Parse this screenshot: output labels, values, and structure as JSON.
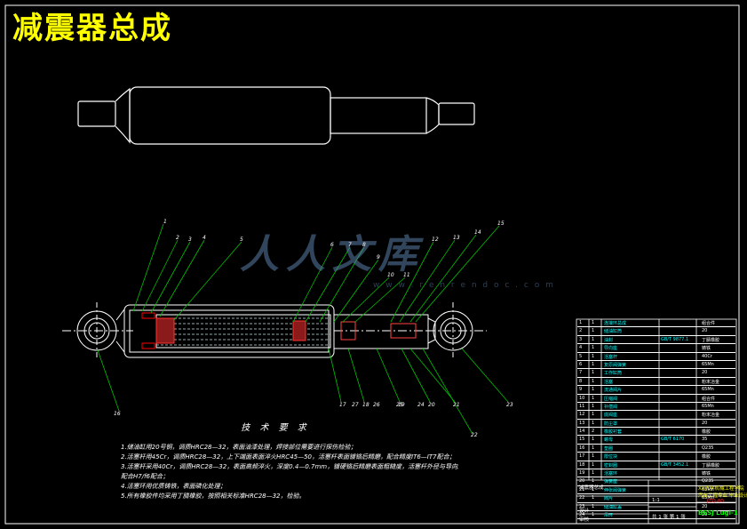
{
  "drawing": {
    "title": "减震器总成",
    "tech_requirements_title": "技 术 要 求",
    "tech_notes": [
      "1.储油缸用20号钢，调质HRC28—32，表面油漆处理，焊接部位需要进行探伤检验；",
      "2.活塞杆用45Cr，调质HRC28—32，上下端面表面淬火HRC45—50，活塞杆表面镀铬后精磨，配合精度IT6—IT7配合；",
      "3.活塞杆采用40Cr，调质HRC28—32，表面高频淬火，深度0.4—0.7mm，镀硬铬后精磨表面粗糙度，活塞杆外径与导向座",
      "配合H7/f6配合；",
      "4.活塞环用优质铸铁，表面磷化处理；",
      "5.所有橡胶件均采用丁腈橡胶，按照相关标准HRC28—32，检验。"
    ],
    "watermark": "人人文库",
    "watermark_sub": "w w w . r e n r e n d o c . c o m",
    "part_callouts": [
      "1",
      "2",
      "3",
      "4",
      "5",
      "6",
      "7",
      "8",
      "9",
      "10",
      "11",
      "12",
      "13",
      "14",
      "15",
      "16",
      "17",
      "18",
      "19",
      "20",
      "21",
      "22",
      "23",
      "24",
      "25",
      "26",
      "27"
    ],
    "bom_rows": [
      {
        "no": "1",
        "qty": "1",
        "name": "连接环总成",
        "code": "",
        "material": "组合件"
      },
      {
        "no": "2",
        "qty": "1",
        "name": "储油缸筒",
        "code": "",
        "material": "20"
      },
      {
        "no": "3",
        "qty": "1",
        "name": "油封",
        "code": "GB/T 9877.1",
        "material": "丁腈橡胶"
      },
      {
        "no": "4",
        "qty": "1",
        "name": "导向座",
        "code": "",
        "material": "铸铁"
      },
      {
        "no": "5",
        "qty": "1",
        "name": "活塞杆",
        "code": "",
        "material": "40Cr"
      },
      {
        "no": "6",
        "qty": "1",
        "name": "复原阀弹簧",
        "code": "",
        "material": "65Mn"
      },
      {
        "no": "7",
        "qty": "1",
        "name": "工作缸筒",
        "code": "",
        "material": "20"
      },
      {
        "no": "8",
        "qty": "1",
        "name": "活塞",
        "code": "",
        "material": "粉末冶金"
      },
      {
        "no": "9",
        "qty": "1",
        "name": "流通阀片",
        "code": "",
        "material": "65Mn"
      },
      {
        "no": "10",
        "qty": "1",
        "name": "压缩阀",
        "code": "",
        "material": "组合件"
      },
      {
        "no": "11",
        "qty": "1",
        "name": "补偿阀",
        "code": "",
        "material": "65Mn"
      },
      {
        "no": "12",
        "qty": "1",
        "name": "底阀座",
        "code": "",
        "material": "粉末冶金"
      },
      {
        "no": "13",
        "qty": "1",
        "name": "防尘罩",
        "code": "",
        "material": "20"
      },
      {
        "no": "14",
        "qty": "2",
        "name": "橡胶衬套",
        "code": "",
        "material": "橡胶"
      },
      {
        "no": "15",
        "qty": "1",
        "name": "螺母",
        "code": "GB/T 6170",
        "material": "35"
      },
      {
        "no": "16",
        "qty": "1",
        "name": "垫圈",
        "code": "",
        "material": "Q235"
      },
      {
        "no": "17",
        "qty": "1",
        "name": "限位块",
        "code": "",
        "material": "橡胶"
      },
      {
        "no": "18",
        "qty": "1",
        "name": "密封圈",
        "code": "GB/T 3452.1",
        "material": "丁腈橡胶"
      },
      {
        "no": "19",
        "qty": "1",
        "name": "活塞环",
        "code": "",
        "material": "铸铁"
      },
      {
        "no": "20",
        "qty": "1",
        "name": "弹簧座",
        "code": "",
        "material": "Q235"
      },
      {
        "no": "21",
        "qty": "1",
        "name": "伸张阀弹簧",
        "code": "",
        "material": "65Mn"
      },
      {
        "no": "22",
        "qty": "1",
        "name": "阀片",
        "code": "",
        "material": "65Mn"
      },
      {
        "no": "23",
        "qty": "1",
        "name": "储油缸盖",
        "code": "",
        "material": "20"
      },
      {
        "no": "24",
        "qty": "1",
        "name": "吊环",
        "code": "",
        "material": "20"
      }
    ],
    "title_block": {
      "project": "减震器总成",
      "scale": "1:1",
      "sheet": "共 1 张  第 1 张",
      "designer": "设计",
      "checker": "审核",
      "drawing_no": "JZQ-00",
      "school_line1": "XX大学机械工程学院",
      "school_line2": "汽车工程专业 毕业设计",
      "code_id": "BSSJ Lugl-1"
    }
  }
}
